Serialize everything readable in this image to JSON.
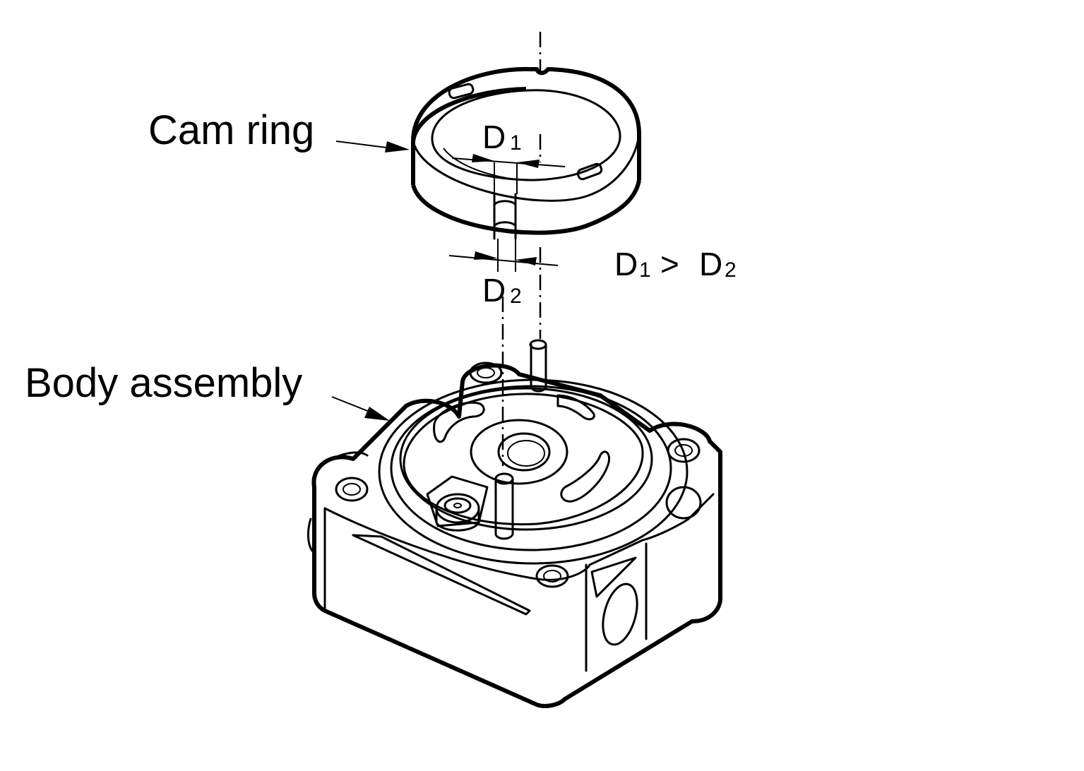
{
  "labels": {
    "cam_ring": "Cam ring",
    "body_assembly": "Body assembly"
  },
  "dimensions": {
    "d1": {
      "letter": "D",
      "sub": "1"
    },
    "d2": {
      "letter": "D",
      "sub": "2"
    },
    "relation": {
      "left": "D",
      "left_sub": "1",
      "op": ">",
      "right": "D",
      "right_sub": "2"
    }
  }
}
